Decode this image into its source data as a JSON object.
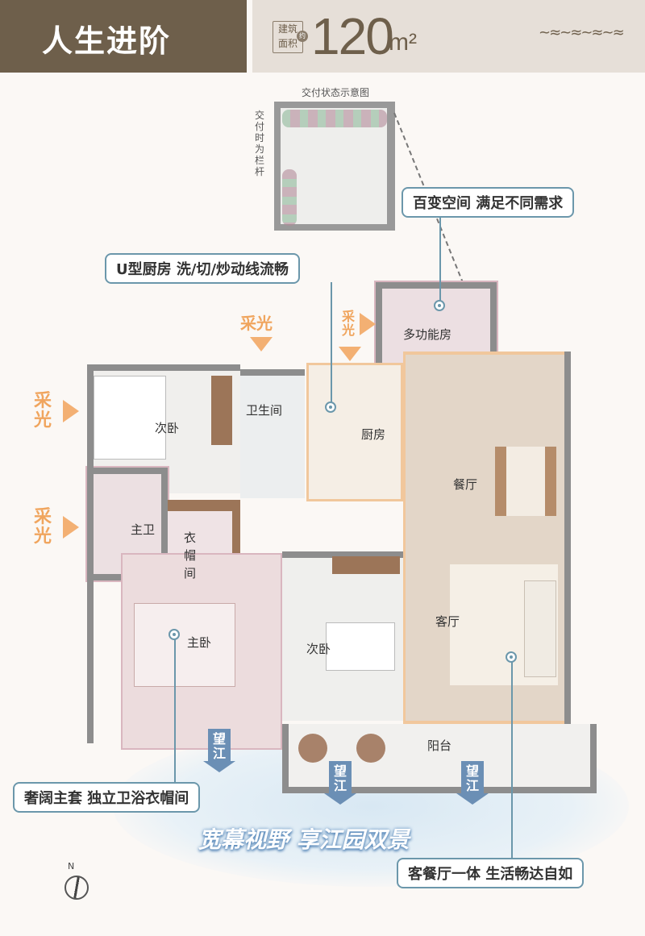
{
  "header": {
    "title": "人生进阶",
    "badge_line1": "建筑",
    "badge_line2": "面积",
    "badge_approx": "约",
    "area_value": "120",
    "area_unit": "m²",
    "wave": "~≈~≈~≈~≈"
  },
  "delivery": {
    "title": "交付状态示意图",
    "side_note": "交付时为栏杆"
  },
  "callouts": {
    "multi": "百变空间 满足不同需求",
    "kitchen": "U型厨房 洗/切/炒动线流畅",
    "master": "奢阔主套 独立卫浴衣帽间",
    "living": "客餐厅一体 生活畅达自如"
  },
  "rooms": {
    "multi": "多功能房",
    "bed2a": "次卧",
    "bath": "卫生间",
    "kitchen": "厨房",
    "dining": "餐厅",
    "master_bath": "主卫",
    "closet": "衣帽间",
    "master": "主卧",
    "bed2b": "次卧",
    "living": "客厅",
    "balcony": "阳台"
  },
  "light_label": "采光",
  "river_label": "望江",
  "slogan": "宽幕视野 享江园双景",
  "compass": "N",
  "colors": {
    "header_brown": "#6e5f4b",
    "accent_orange": "#f3b073",
    "callout_blue": "#6b97ab",
    "river_blue": "#6b8fb5"
  }
}
